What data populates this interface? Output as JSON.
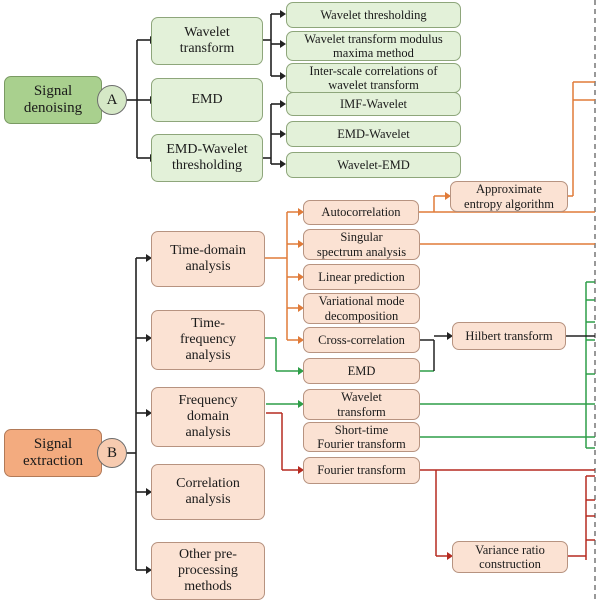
{
  "sections": {
    "a": {
      "root_label": "Signal\ndenoising",
      "badge": "A",
      "methods": [
        {
          "label": "Wavelet\ntransform",
          "children": [
            "Wavelet thresholding",
            "Wavelet transform modulus\nmaxima method",
            "Inter-scale correlations of\nwavelet transform"
          ]
        },
        {
          "label": "EMD",
          "children": []
        },
        {
          "label": "EMD-Wavelet\nthresholding",
          "children": [
            "IMF-Wavelet",
            "EMD-Wavelet",
            "Wavelet-EMD"
          ]
        }
      ]
    },
    "b": {
      "root_label": "Signal\nextraction",
      "badge": "B",
      "categories": [
        "Time-domain\nanalysis",
        "Time-\nfrequency\nanalysis",
        "Frequency\ndomain\nanalysis",
        "Correlation\nanalysis",
        "Other pre-\nprocessing\nmethods"
      ],
      "techniques": [
        "Autocorrelation",
        "Singular\nspectrum analysis",
        "Linear prediction",
        "Variational mode\ndecomposition",
        "Cross-correlation",
        "EMD",
        "Wavelet\ntransform",
        "Short-time\nFourier transform",
        "Fourier transform"
      ],
      "downstream": [
        "Approximate\nentropy algorithm",
        "Hilbert transform",
        "Variance ratio\nconstruction"
      ]
    }
  },
  "colors": {
    "connector_black": "#222222",
    "connector_orange": "#e07b39",
    "connector_green": "#2e9e48",
    "connector_red": "#b52a20",
    "dashed_border": "#555555"
  }
}
